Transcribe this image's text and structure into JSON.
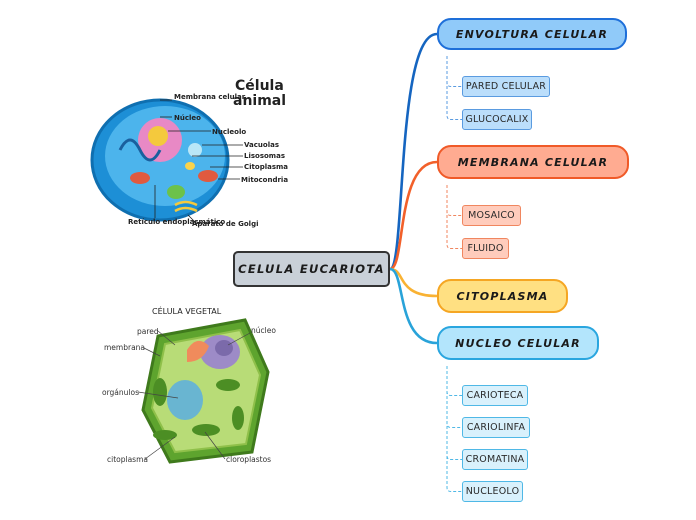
{
  "central": {
    "label": "CELULA EUCARIOTA"
  },
  "branches": [
    {
      "label": "ENVOLTURA CELULAR",
      "line": "#1565c0",
      "fill": "#90caf9",
      "border": "#1e6fd9",
      "children": [
        "PARED CELULAR",
        "GLUCOCALIX"
      ],
      "child_fill": "#bbdefb",
      "child_border": "#5a9be0"
    },
    {
      "label": "MEMBRANA CELULAR",
      "line": "#f2602a",
      "fill": "#ffab91",
      "border": "#f05a28",
      "children": [
        "MOSAICO",
        "FLUIDO"
      ],
      "child_fill": "#ffccbc",
      "child_border": "#f0865f"
    },
    {
      "label": "CITOPLASMA",
      "line": "#f9b233",
      "fill": "#ffe082",
      "border": "#f5a623",
      "children": [],
      "child_fill": "#fff3c4",
      "child_border": "#f5a623"
    },
    {
      "label": "NUCLEO  CELULAR",
      "line": "#29a3d9",
      "fill": "#b3e5fc",
      "border": "#2aa6df",
      "children": [
        "CARIOTECA",
        "CARIOLINFA",
        "CROMATINA",
        "NUCLEOLO"
      ],
      "child_fill": "#d9f1fc",
      "child_border": "#4fb8e6"
    }
  ],
  "animal_cell": {
    "title": [
      "Célula",
      "animal"
    ],
    "labels": [
      "Membrana celular",
      "Núcleo",
      "Nucleolo",
      "Vacuolas",
      "Lisosomas",
      "Citoplasma",
      "Mitocondria",
      "Retículo endoplasmático",
      "Aparato de Golgi"
    ]
  },
  "plant_cell": {
    "title": "CÉLULA VEGETAL",
    "labels": [
      "pared",
      "núcleo",
      "membrana",
      "orgánulos",
      "citoplasma",
      "cloroplastos"
    ]
  }
}
